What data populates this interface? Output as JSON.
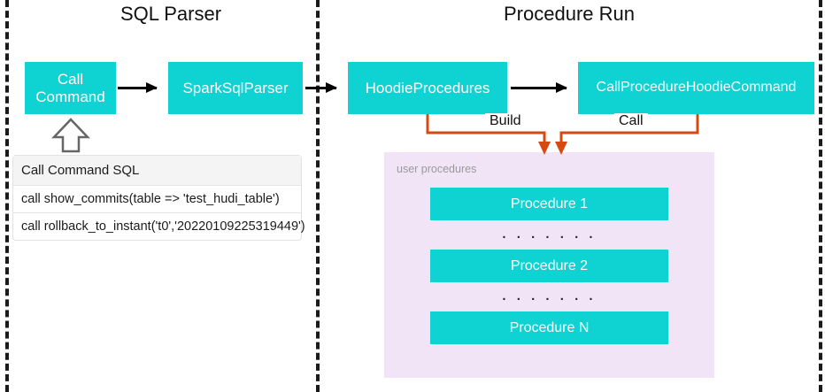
{
  "lanes": [
    {
      "id": "sql-parser",
      "title": "SQL Parser"
    },
    {
      "id": "procedure-run",
      "title": "Procedure Run"
    }
  ],
  "boxes": {
    "call_command": {
      "line1": "Call",
      "line2": "Command"
    },
    "spark_sql_parser": {
      "label": "SparkSqlParser"
    },
    "hoodie_procedures": {
      "label": "HoodieProcedures"
    },
    "call_procedure_cmd": {
      "label": "CallProcedureHoodieCommand"
    }
  },
  "sql_table": {
    "header": "Call Command SQL",
    "rows": [
      "call show_commits(table => 'test_hudi_table')",
      "call rollback_to_instant('t0','20220109225319449')"
    ]
  },
  "edges": {
    "build_label": "Build",
    "call_label": "Call"
  },
  "user_procedures": {
    "caption": "user procedures",
    "items": [
      {
        "label": "Procedure 1"
      },
      {
        "label": "Procedure 2"
      },
      {
        "label": "Procedure N"
      }
    ],
    "ellipsis": ". . . . . . ."
  },
  "colors": {
    "teal": "#0fd2d2",
    "orange": "#d64a12",
    "panel_purple": "#f2e4f7",
    "divider": "#1a1a1a",
    "arrow_black": "#000000"
  }
}
